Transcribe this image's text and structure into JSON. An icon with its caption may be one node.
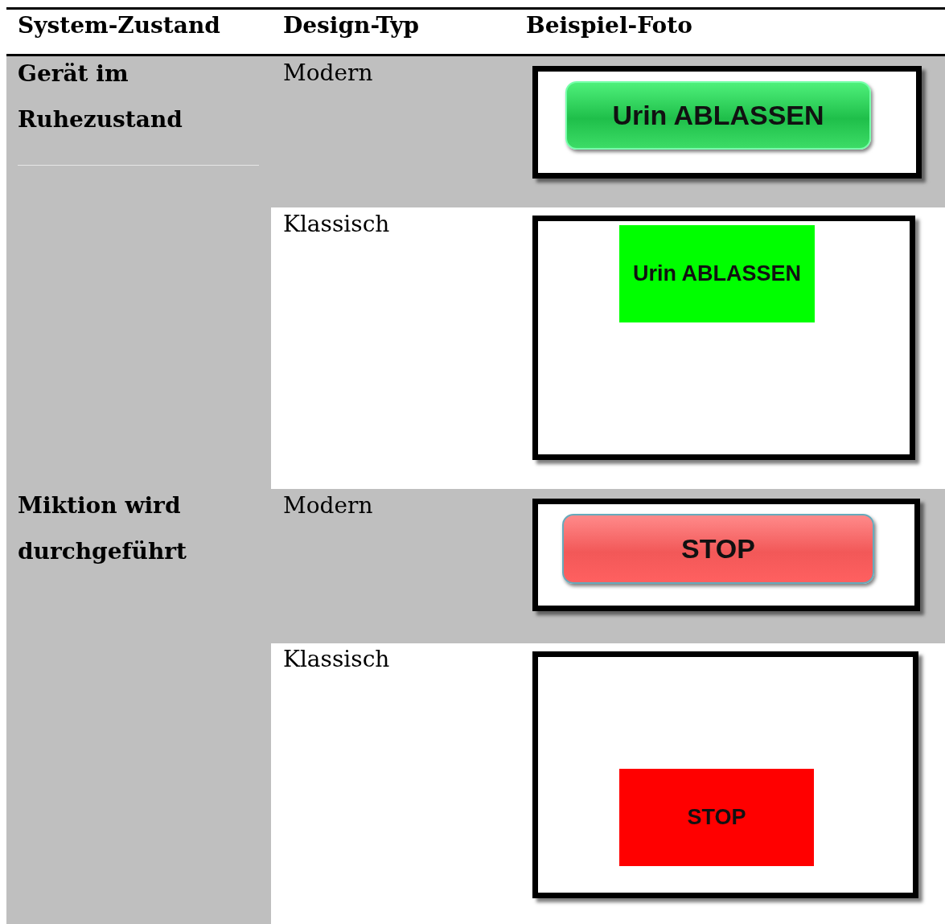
{
  "diagram": {
    "labels": [
      "System-Zustand",
      "Design-Typ",
      "Beispiel-Foto",
      "Gerät im Ruhezustand",
      "Modern",
      "Urin ABLASSEN",
      "Klassisch",
      "Urin ABLASSEN",
      "Miktion wird durchgeführt",
      "Modern",
      "STOP",
      "Klassisch",
      "STOP"
    ]
  }
}
